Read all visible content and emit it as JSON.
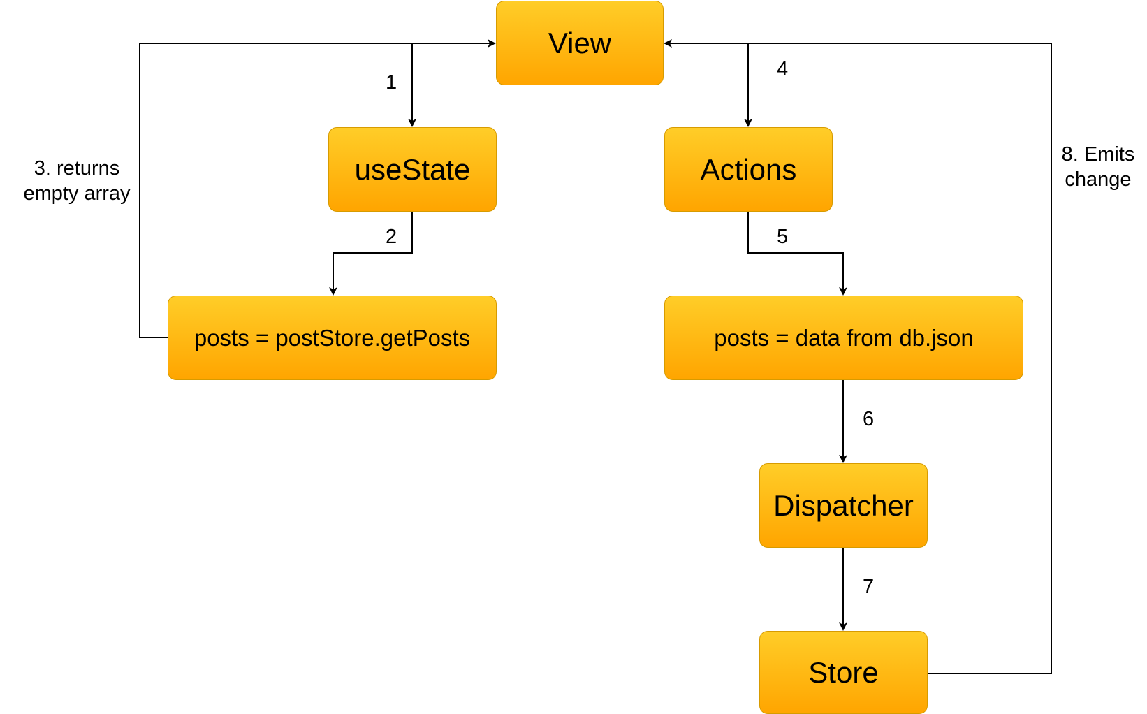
{
  "nodes": {
    "view": "View",
    "use_state": "useState",
    "actions": "Actions",
    "posts_store": "posts = postStore.getPosts",
    "posts_data": "posts = data from db.json",
    "dispatcher": "Dispatcher",
    "store": "Store"
  },
  "edge_labels": {
    "e1": "1",
    "e2": "2",
    "e3_line1": "3. returns",
    "e3_line2": "empty array",
    "e4": "4",
    "e5": "5",
    "e6": "6",
    "e7": "7",
    "e8_line1": "8. Emits",
    "e8_line2": "change"
  },
  "colors": {
    "node_fill_top": "#ffcd28",
    "node_fill_bottom": "#ffa500",
    "node_stroke": "#d79b00",
    "edge": "#000000"
  }
}
